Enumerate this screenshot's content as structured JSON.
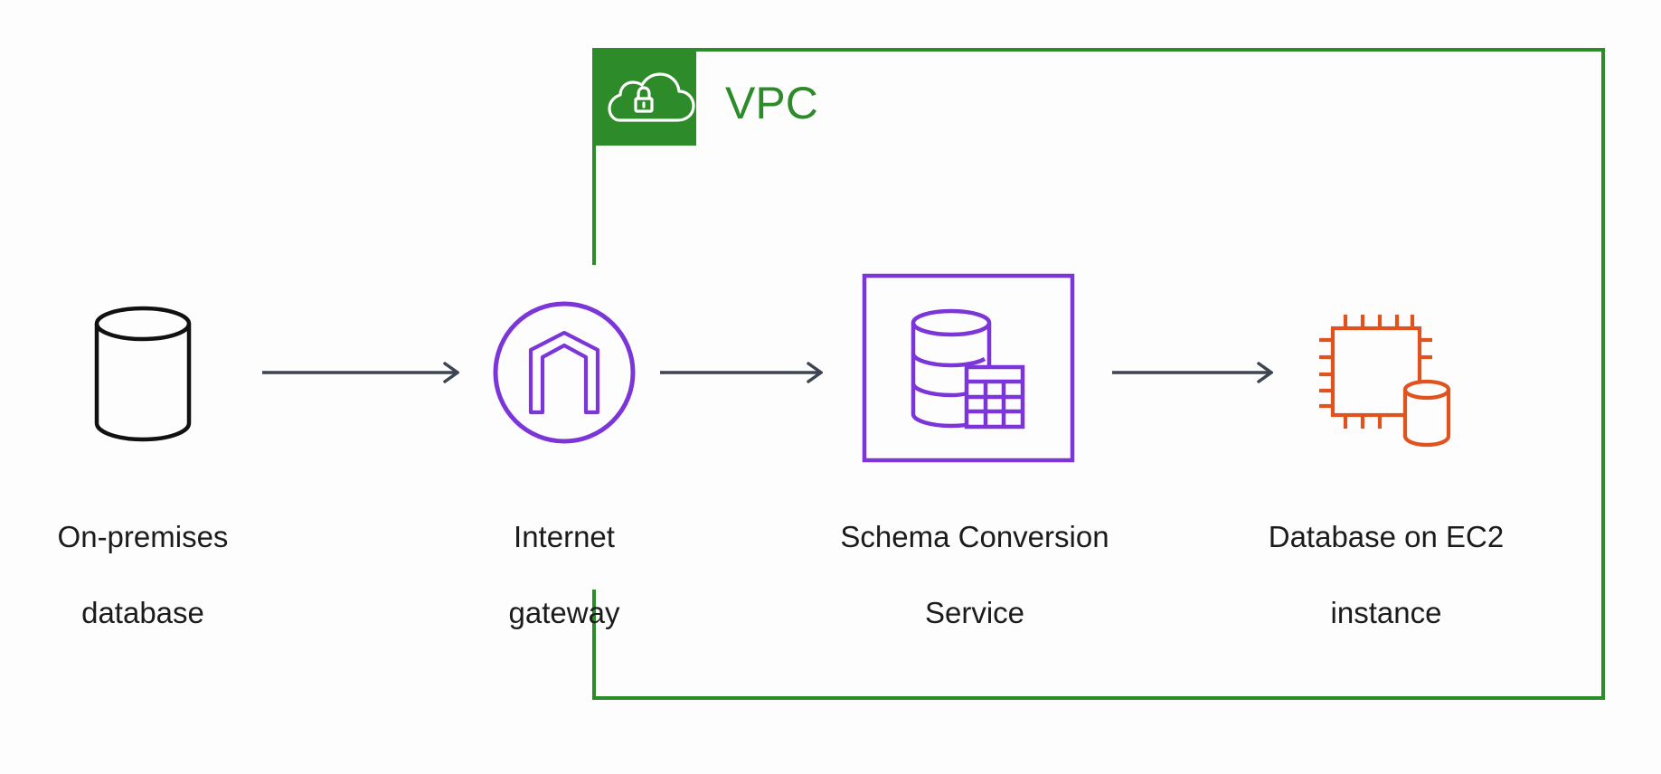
{
  "vpc": {
    "label": "VPC",
    "color": "#2e8b2a"
  },
  "nodes": [
    {
      "id": "on-premises-database",
      "icon": "database-cylinder-icon",
      "line1": "On-premises",
      "line2": "database",
      "color": "#111111"
    },
    {
      "id": "internet-gateway",
      "icon": "internet-gateway-icon",
      "line1": "Internet",
      "line2": "gateway",
      "color": "#7b35d9"
    },
    {
      "id": "schema-conversion-service",
      "icon": "schema-conversion-icon",
      "line1": "Schema Conversion",
      "line2": "Service",
      "color": "#7b35d9"
    },
    {
      "id": "database-on-ec2-instance",
      "icon": "ec2-chip-database-icon",
      "line1": "Database on EC2",
      "line2": "instance",
      "color": "#e0521e"
    }
  ],
  "edges": [
    {
      "from": "on-premises-database",
      "to": "internet-gateway"
    },
    {
      "from": "internet-gateway",
      "to": "schema-conversion-service"
    },
    {
      "from": "schema-conversion-service",
      "to": "database-on-ec2-instance"
    }
  ],
  "arrow_color": "#3d4452"
}
